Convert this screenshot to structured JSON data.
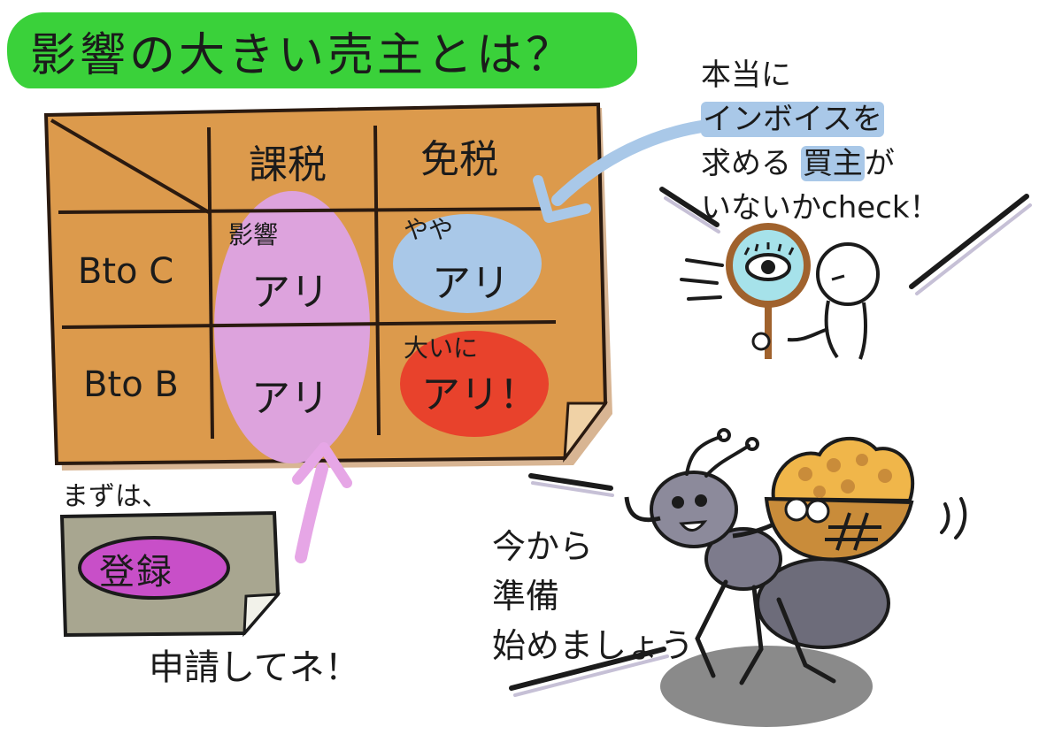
{
  "title": "影響の大きい売主とは？",
  "matrix": {
    "col_headers": [
      "課税",
      "免税"
    ],
    "row_headers": [
      "Bto C",
      "Bto B"
    ],
    "cells": {
      "b2c_taxed_top": "影響",
      "b2c_taxed_main": "アリ",
      "b2c_exempt_top": "やや",
      "b2c_exempt_main": "アリ",
      "b2b_taxed_main": "アリ",
      "b2b_exempt_top": "大いに",
      "b2b_exempt_main": "アリ！"
    }
  },
  "first_note": "まずは、",
  "registration_label": "登録",
  "apply_note": "申請してネ！",
  "check_note": {
    "line1": "本当に",
    "line2": "インボイスを",
    "line3_a": "求める",
    "line3_b": "買主",
    "line3_c": "が",
    "line4": "いないかcheck！"
  },
  "ant_note": {
    "line1": "今から",
    "line2": "準備",
    "line3": "始めましょう"
  },
  "colors": {
    "title_green": "#3ad13a",
    "sheet_orange": "#dc9a4c",
    "pink": "#dda3dd",
    "blue": "#a9c8e8",
    "red": "#e8422c",
    "khaki": "#a8a690",
    "purple": "#c84fc8"
  }
}
